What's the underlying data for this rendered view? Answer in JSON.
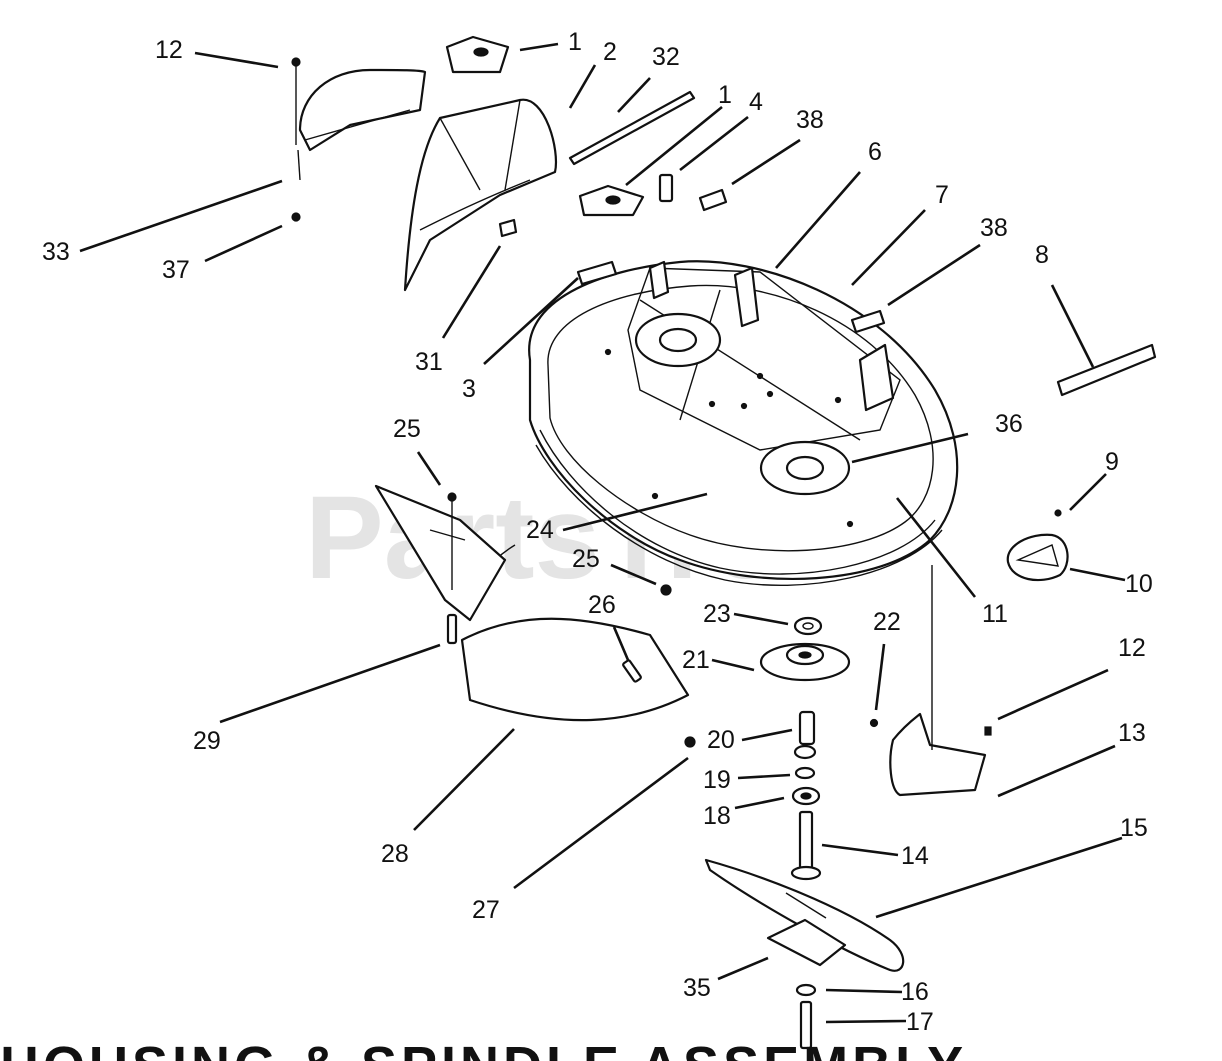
{
  "watermark": "PartsTree",
  "footer_text": "HOUSING & SPINDLE ASSEMBLY",
  "callouts": [
    {
      "id": "c12a",
      "text": "12"
    },
    {
      "id": "c1a",
      "text": "1"
    },
    {
      "id": "c2",
      "text": "2"
    },
    {
      "id": "c32",
      "text": "32"
    },
    {
      "id": "c1b",
      "text": "1"
    },
    {
      "id": "c4",
      "text": "4"
    },
    {
      "id": "c38a",
      "text": "38"
    },
    {
      "id": "c6",
      "text": "6"
    },
    {
      "id": "c7",
      "text": "7"
    },
    {
      "id": "c38b",
      "text": "38"
    },
    {
      "id": "c8",
      "text": "8"
    },
    {
      "id": "c33",
      "text": "33"
    },
    {
      "id": "c37",
      "text": "37"
    },
    {
      "id": "c31",
      "text": "31"
    },
    {
      "id": "c3",
      "text": "3"
    },
    {
      "id": "c36",
      "text": "36"
    },
    {
      "id": "c9",
      "text": "9"
    },
    {
      "id": "c10",
      "text": "10"
    },
    {
      "id": "c25a",
      "text": "25"
    },
    {
      "id": "c24",
      "text": "24"
    },
    {
      "id": "c25b",
      "text": "25"
    },
    {
      "id": "c11",
      "text": "11"
    },
    {
      "id": "c26",
      "text": "26"
    },
    {
      "id": "c23",
      "text": "23"
    },
    {
      "id": "c22",
      "text": "22"
    },
    {
      "id": "c12b",
      "text": "12"
    },
    {
      "id": "c21",
      "text": "21"
    },
    {
      "id": "c13",
      "text": "13"
    },
    {
      "id": "c29",
      "text": "29"
    },
    {
      "id": "c20",
      "text": "20"
    },
    {
      "id": "c19",
      "text": "19"
    },
    {
      "id": "c18",
      "text": "18"
    },
    {
      "id": "c28",
      "text": "28"
    },
    {
      "id": "c14",
      "text": "14"
    },
    {
      "id": "c15",
      "text": "15"
    },
    {
      "id": "c27",
      "text": "27"
    },
    {
      "id": "c35",
      "text": "35"
    },
    {
      "id": "c16",
      "text": "16"
    },
    {
      "id": "c17",
      "text": "17"
    }
  ]
}
